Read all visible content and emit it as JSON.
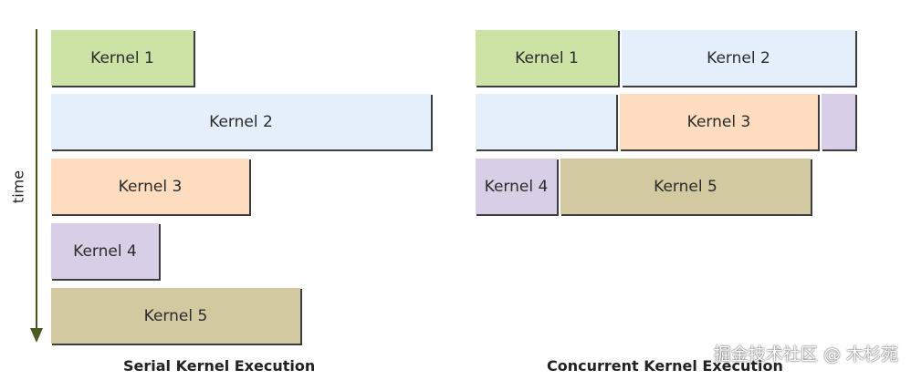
{
  "axis": {
    "label": "time"
  },
  "serial": {
    "caption": "Serial Kernel Execution",
    "kernels": [
      "Kernel 1",
      "Kernel 2",
      "Kernel 3",
      "Kernel 4",
      "Kernel 5"
    ]
  },
  "concurrent": {
    "caption": "Concurrent Kernel Execution",
    "kernels": [
      "Kernel 1",
      "Kernel 2",
      "Kernel 3",
      "Kernel 4",
      "Kernel 5"
    ]
  },
  "colors": {
    "kernel1": "#cde2a5",
    "kernel2": "#e4effb",
    "kernel3": "#fddcbf",
    "kernel4": "#d8cfe6",
    "kernel5": "#d2c9a1",
    "axis": "#4b5a23"
  },
  "watermark": "掘金技术社区 @ 木杉苑"
}
